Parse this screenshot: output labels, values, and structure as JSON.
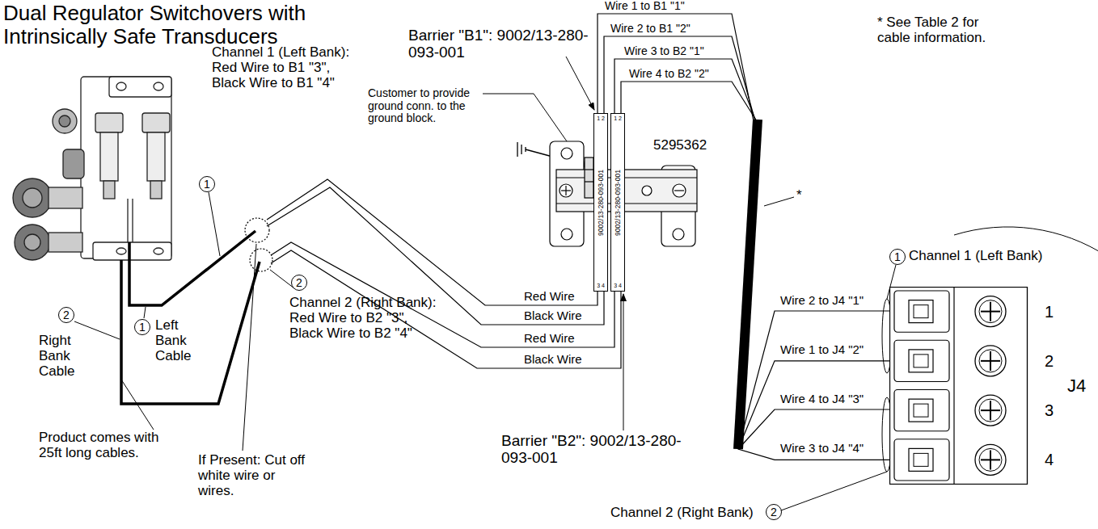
{
  "diagram": {
    "title": "Dual Regulator Switchovers with Intrinsically Safe Transducers",
    "nodes": [
      {
        "text": [
          "1 2",
          "9002/13-280-093-001",
          "3 4"
        ]
      },
      {
        "text": [
          "1 2",
          "9002/13-280-093-001",
          "3 4"
        ]
      },
      {
        "text": [
          "1",
          "2",
          "3",
          "4",
          "J4"
        ]
      }
    ],
    "edges": [
      {
        "from": 0,
        "to": 2,
        "arrow": "none"
      },
      {
        "from": 1,
        "to": 2,
        "arrow": "none"
      }
    ],
    "labels": [
      "Barrier \"B1\": 9002/13-280-093-001",
      "Customer to provide ground conn. to the ground block.",
      "5295362",
      "Wire 1 to B1 \"1\"",
      "Wire 2 to B1 \"2\"",
      "Wire 3 to B2 \"1\"",
      "Wire 4 to B2 \"2\"",
      "* See Table 2 for cable information.",
      "*",
      "Channel 1 (Left Bank): Red Wire to B1 \"3\", Black Wire to B1 \"4\"",
      "1",
      "2",
      "Right Bank Cable",
      "1",
      "Left Bank Cable",
      "Channel 2 (Right Bank): Red Wire to B2 \"3\", Black Wire to B2 \"4\"",
      "2",
      "Product comes with 25ft long cables.",
      "If Present: Cut off white wire or wires.",
      "Red Wire",
      "Black Wire",
      "Red Wire",
      "Black Wire",
      "Barrier \"B2\": 9002/13-280-093-001",
      "1",
      "Channel 1 (Left Bank)",
      "Wire 2 to J4 \"1\"",
      "Wire 1 to J4 \"2\"",
      "Wire 4 to J4 \"3\"",
      "Wire 3 to J4 \"4\"",
      "Channel 2 (Right Bank)",
      "2"
    ]
  }
}
